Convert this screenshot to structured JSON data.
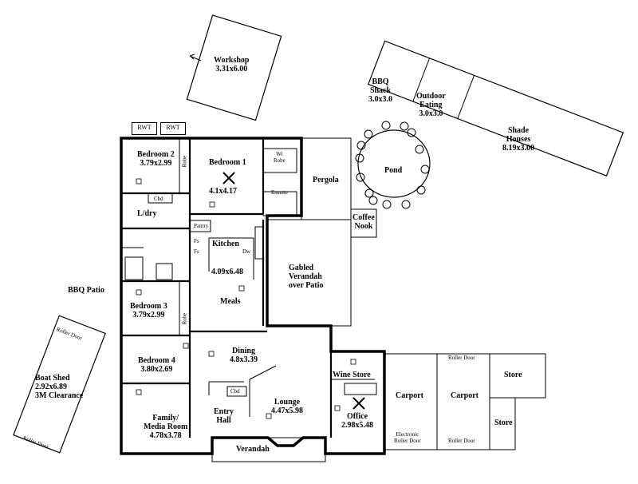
{
  "rooms": {
    "workshop": {
      "name": "Workshop",
      "size": "3.31x6.00"
    },
    "bbq_shack": {
      "name": "BBQ\nShack",
      "size": "3.0x3.0"
    },
    "outdoor_eating": {
      "name": "Outdoor\nEating",
      "size": "3.0x3.0"
    },
    "shade_houses": {
      "name": "Shade\nHouses",
      "size": "8.19x3.00"
    },
    "pond": {
      "name": "Pond"
    },
    "bedroom2": {
      "name": "Bedroom 2",
      "size": "3.79x2.99"
    },
    "bedroom1": {
      "name": "Bedroom 1",
      "size": "4.1x4.17"
    },
    "pergola": {
      "name": "Pergola"
    },
    "coffee_nook": {
      "name": "Coffee\nNook"
    },
    "ldry": {
      "name": "L/dry"
    },
    "kitchen": {
      "name": "Kitchen"
    },
    "kitchen_meals": {
      "size": "4.09x6.48",
      "name2": "Meals"
    },
    "gabled": {
      "name": "Gabled\nVerandah\nover Patio"
    },
    "bbq_patio": {
      "name": "BBQ Patio"
    },
    "bedroom3": {
      "name": "Bedroom 3",
      "size": "3.79x2.99"
    },
    "bedroom4": {
      "name": "Bedroom 4",
      "size": "3.80x2.69"
    },
    "dining": {
      "name": "Dining",
      "size": "4.8x3.39"
    },
    "boat_shed": {
      "name": "Boat Shed",
      "size": "2.92x6.89",
      "note": "3M Clearance"
    },
    "family": {
      "name": "Family/\nMedia Room",
      "size": "4.78x3.78"
    },
    "entry_hall": {
      "name": "Entry\nHall"
    },
    "lounge": {
      "name": "Lounge",
      "size": "4.47x5.98"
    },
    "wine_store": {
      "name": "Wine Store"
    },
    "office": {
      "name": "Office",
      "size": "2.98x5.48"
    },
    "carport1": {
      "name": "Carport"
    },
    "carport2": {
      "name": "Carport"
    },
    "store1": {
      "name": "Store"
    },
    "store2": {
      "name": "Store"
    },
    "verandah": {
      "name": "Verandah"
    }
  },
  "labels": {
    "rwt1": "RWT",
    "rwt2": "RWT",
    "robe_b2": "Robe",
    "robe_b3": "Robe",
    "wi_robe": "Wi\nRobe",
    "ensuite": "Ensuite",
    "cbd_ldry": "Cbd",
    "cbd_entry": "Cbd",
    "pantry": "Pantry",
    "fs1": "Fs",
    "fs2": "Fs",
    "dw": "Dw",
    "roller_door_boat_top": "Roller Door",
    "roller_door_boat_bottom": "Roller Door",
    "roller_door_carport2_top": "Roller Door",
    "electronic_roller_door": "Electronic\nRoller Door",
    "roller_door_carport2_bottom": "Roller Door"
  }
}
